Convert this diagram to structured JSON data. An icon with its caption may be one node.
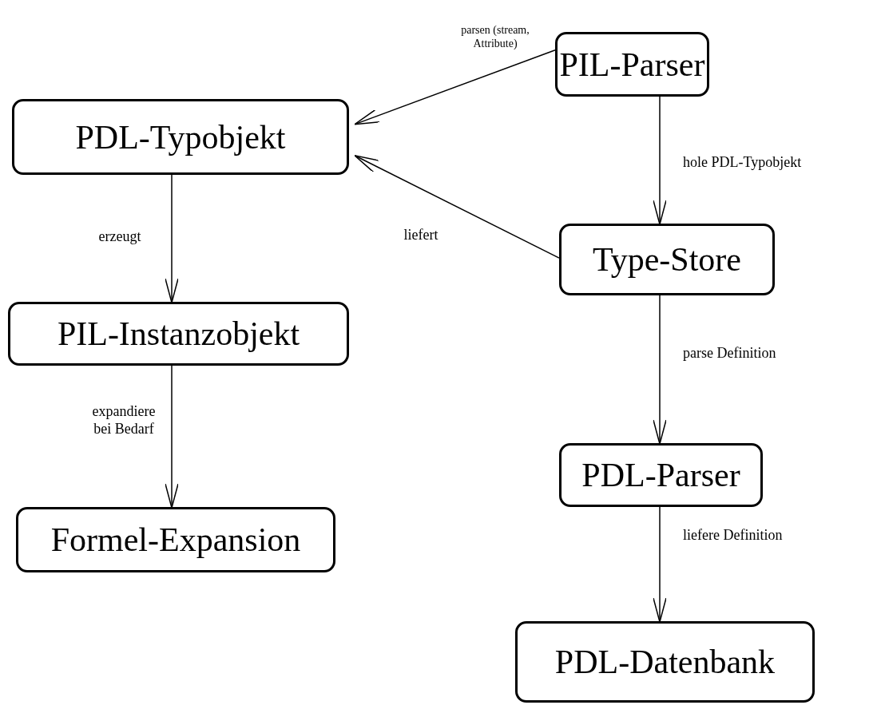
{
  "diagram": {
    "nodes": [
      {
        "text": [
          "PIL-Parser"
        ]
      },
      {
        "text": [
          "PDL-Typobjekt"
        ]
      },
      {
        "text": [
          "Type-Store"
        ]
      },
      {
        "text": [
          "PIL-Instanzobjekt"
        ]
      },
      {
        "text": [
          "PDL-Parser"
        ]
      },
      {
        "text": [
          "Formel-Expansion"
        ]
      },
      {
        "text": [
          "PDL-Datenbank"
        ]
      }
    ],
    "edges": [
      {
        "from": 0,
        "to": 1,
        "arrow": "to",
        "label": "parsen (stream, Attribute)"
      },
      {
        "from": 0,
        "to": 2,
        "arrow": "to",
        "label": "hole PDL-Typobjekt"
      },
      {
        "from": 2,
        "to": 1,
        "arrow": "to",
        "label": "liefert"
      },
      {
        "from": 1,
        "to": 3,
        "arrow": "to",
        "label": "erzeugt"
      },
      {
        "from": 3,
        "to": 5,
        "arrow": "to",
        "label": "expandiere bei Bedarf"
      },
      {
        "from": 2,
        "to": 4,
        "arrow": "to",
        "label": "parse Definition"
      },
      {
        "from": 4,
        "to": 6,
        "arrow": "to",
        "label": "liefere Definition"
      }
    ]
  }
}
